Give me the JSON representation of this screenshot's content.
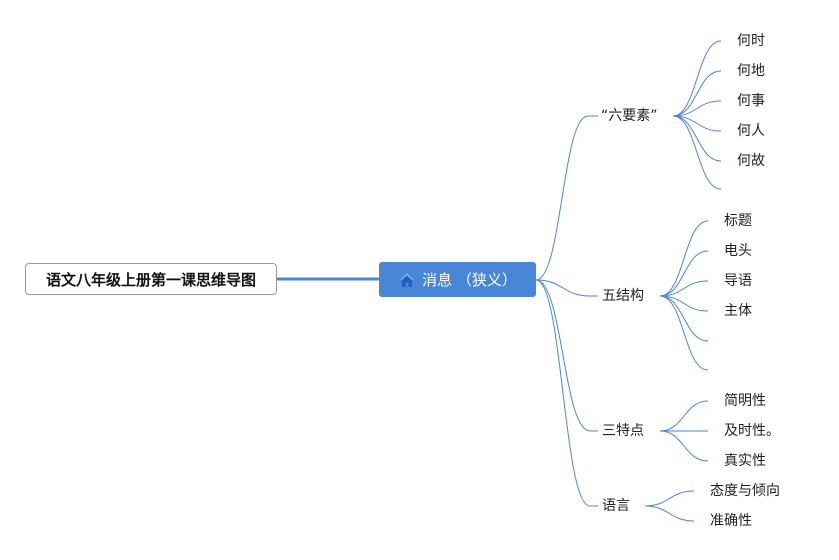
{
  "root": {
    "label": "语文八年级上册第一课思维导图"
  },
  "center": {
    "label": "消息 （狭义）",
    "icon": "home-icon",
    "color": "#4a86d8"
  },
  "line_color": "#4a86d8",
  "branches": [
    {
      "label": "“六要素”",
      "children": [
        "何时",
        "何地",
        "何事",
        "何人",
        "何故",
        ""
      ]
    },
    {
      "label": "五结构",
      "children": [
        "标题",
        "电头",
        "导语",
        "主体",
        "",
        ""
      ]
    },
    {
      "label": "三特点",
      "children": [
        "简明性",
        "及时性。",
        "真实性"
      ]
    },
    {
      "label": "语言",
      "children": [
        "态度与倾向",
        "准确性"
      ]
    }
  ]
}
